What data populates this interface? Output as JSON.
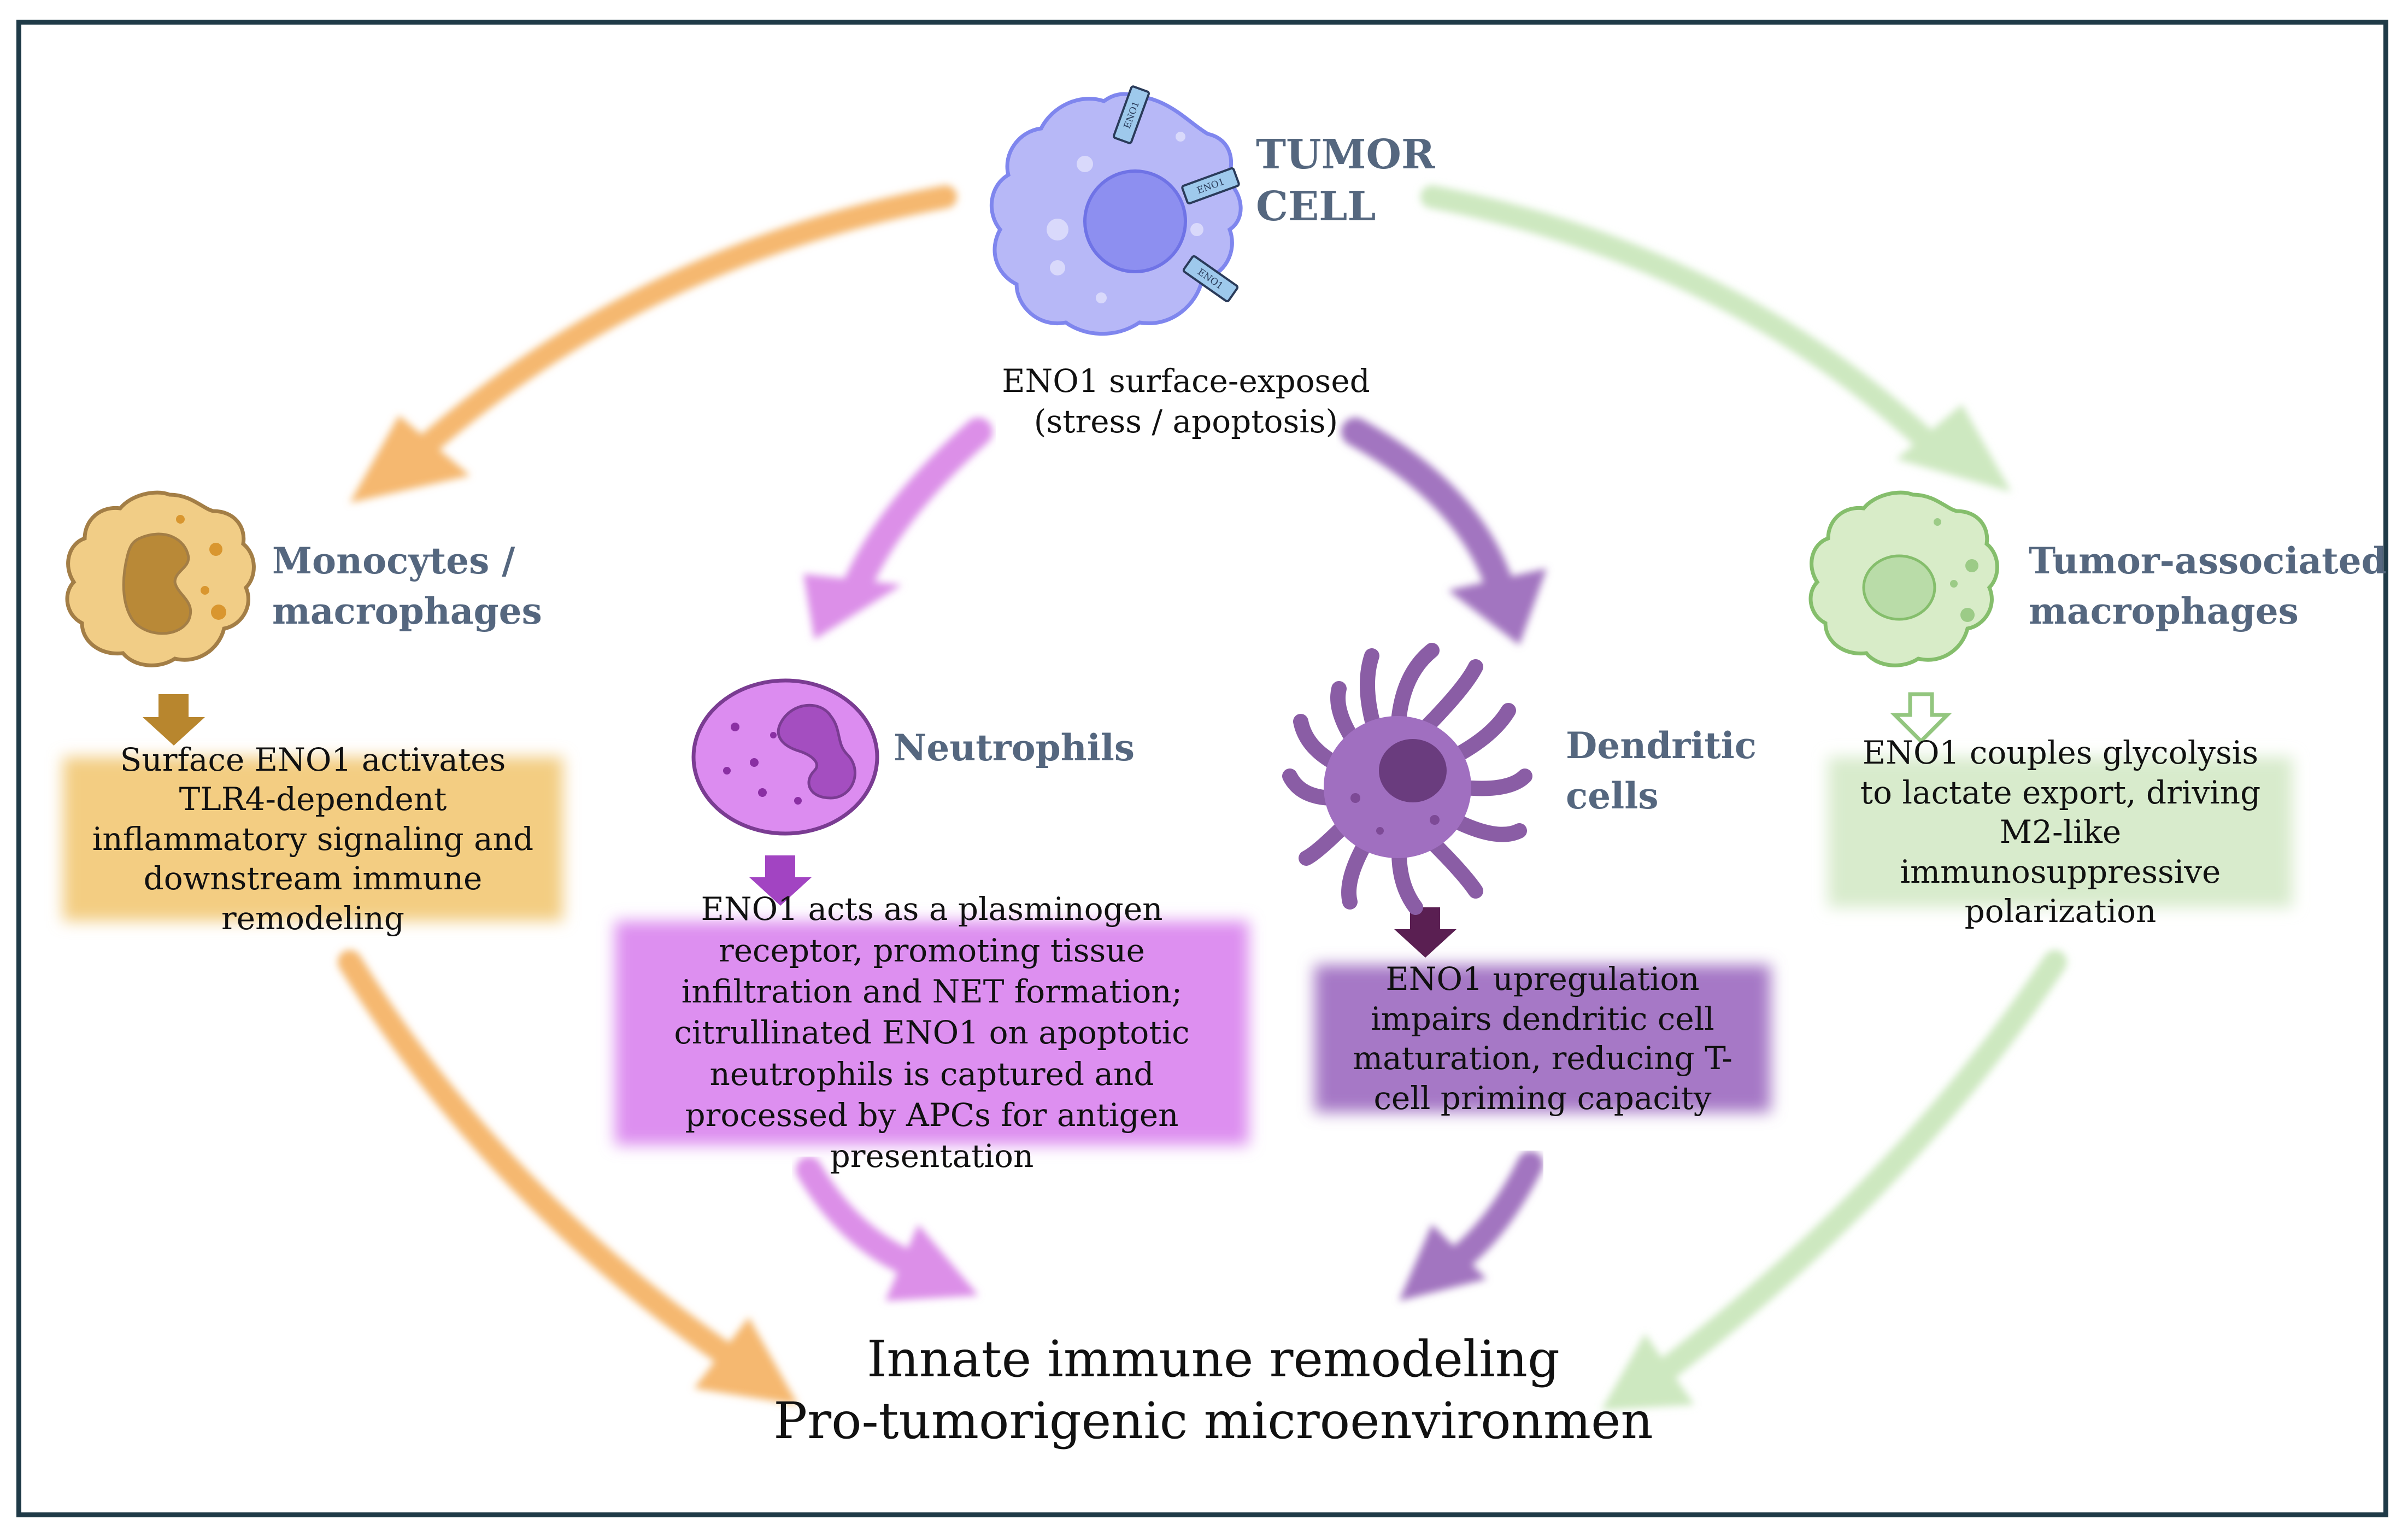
{
  "tumor": {
    "title_line1": "TUMOR",
    "title_line2": "CELL",
    "caption_line1": "ENO1 surface-exposed",
    "caption_line2": "(stress / apoptosis)",
    "marker": "ENO1"
  },
  "monocytes": {
    "title_line1": "Monocytes /",
    "title_line2": "macrophages",
    "text": "Surface ENO1 activates TLR4-dependent inflammatory signaling and downstream immune remodeling"
  },
  "neutrophils": {
    "title": "Neutrophils",
    "text": "ENO1 acts as a plasminogen receptor, promoting tissue infiltration and NET formation; citrullinated ENO1 on apoptotic neutrophils is captured and processed by APCs for antigen presentation"
  },
  "dendritic": {
    "title_line1": "Dendritic",
    "title_line2": "cells",
    "text": "ENO1 upregulation impairs dendritic cell maturation, reducing T-cell priming capacity"
  },
  "tam": {
    "title_line1": "Tumor-associated",
    "title_line2": "macrophages",
    "text": "ENO1 couples glycolysis to lactate export, driving M2-like immunosuppressive polarization"
  },
  "outcome": {
    "line1": "Innate immune remodeling",
    "line2": "Pro-tumorigenic microenvironmen"
  },
  "colors": {
    "frame": "#1f3a47",
    "label": "#55677f",
    "orange_arrow": "#f5b870",
    "orange_box": "#f3cd82",
    "pink_arrow": "#dc8fe8",
    "pink_box": "#dd8ff0",
    "purple_arrow": "#a274c0",
    "purple_box": "#a678c6",
    "green_arrow": "#cde8c0",
    "green_box": "#d8ebcc",
    "tumor_cell": "#b7b8f7",
    "tumor_nucleus": "#8d8ff0"
  }
}
